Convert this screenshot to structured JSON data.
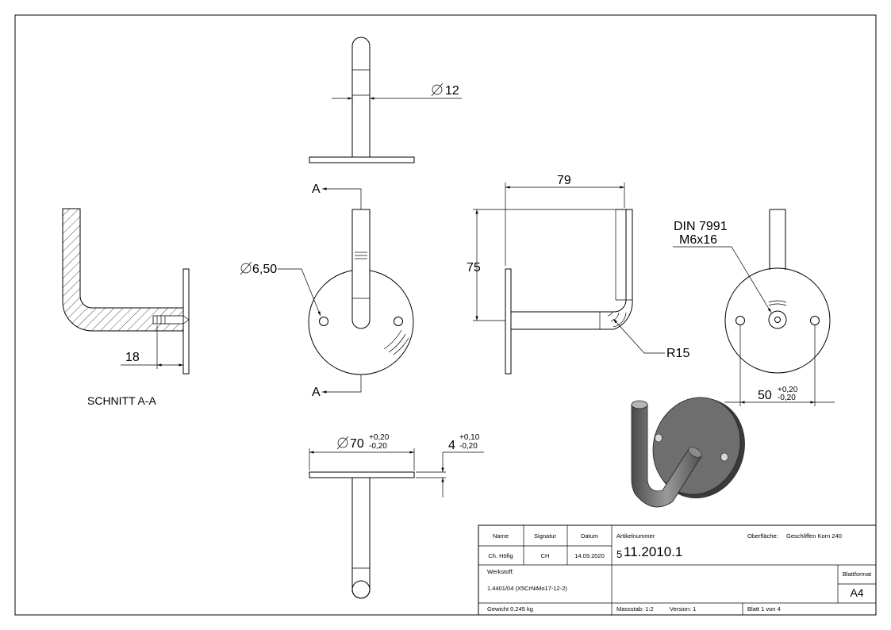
{
  "views": {
    "section_label": "SCHNITT A-A",
    "section_marker": "A",
    "din_label": "DIN 7991",
    "screw_label": "M6x16"
  },
  "dimensions": {
    "d12": "12",
    "d650": "6,50",
    "len79": "79",
    "h75": "75",
    "r15": "R15",
    "len18": "18",
    "d70": "70",
    "d70_tol_plus": "+0,20",
    "d70_tol_minus": "-0,20",
    "t4": "4",
    "t4_tol_plus": "+0,10",
    "t4_tol_minus": "-0,20",
    "h50": "50",
    "h50_tol_plus": "+0,20",
    "h50_tol_minus": "-0,20"
  },
  "title_block": {
    "col_name": "Name",
    "col_signature": "Signatur",
    "col_date": "Datum",
    "name": "Ch. Höfig",
    "signature": "CH",
    "date": "14.09.2020",
    "article_label": "Artikelnummer",
    "article_prefix": "5",
    "article_number": "11.2010.1",
    "surface_label": "Oberfläche:",
    "surface_value": "Geschliffen Korn 240",
    "material_label": "Werkstoff:",
    "material_value": "1.4401/04 (X5CrNiMo17-12-2)",
    "format_label": "Blattformat",
    "format_value": "A4",
    "weight": "Gewicht 0.245 kg",
    "scale": "Massstab: 1:2",
    "version": "Version: 1",
    "sheet": "Blatt 1 von 4"
  },
  "colors": {
    "line": "#000000",
    "render_fill": "#6e6e6e",
    "render_dark": "#3a3a3a"
  }
}
